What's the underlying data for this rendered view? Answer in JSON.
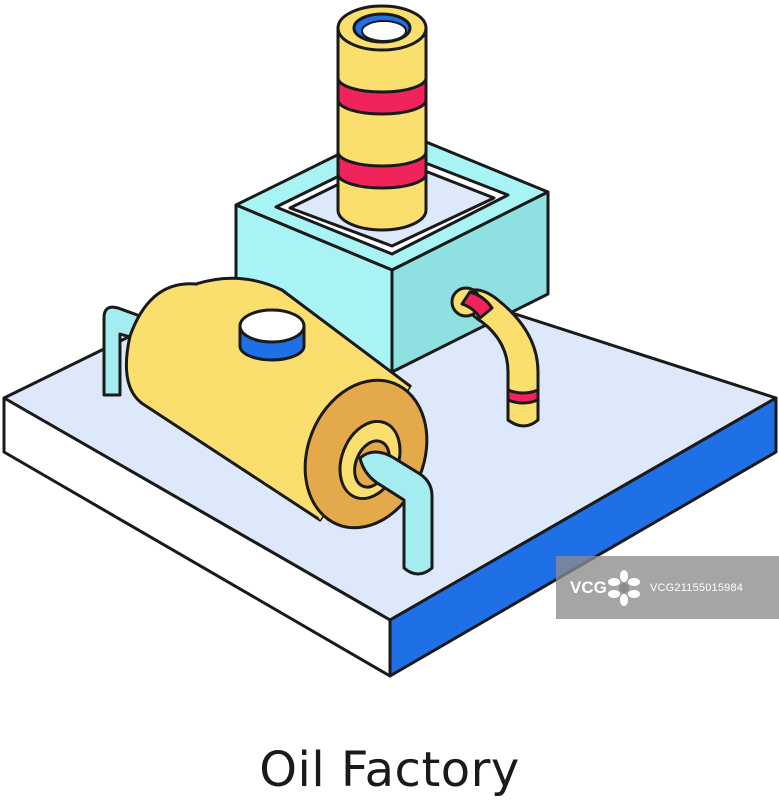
{
  "caption": "Oil Factory",
  "watermark": {
    "logo_text": "VCG",
    "id_text": "VCG21155015984"
  },
  "colors": {
    "outline": "#1a1a1a",
    "base_top": "#dde9fb",
    "base_left": "#ffffff",
    "base_right": "#1f6fe6",
    "box_light": "#a8f3f4",
    "box_dark": "#8fe0e0",
    "tank_yellow": "#fadf6e",
    "tank_end": "#e4a94a",
    "stripe_red": "#f0245a",
    "cap_blue": "#1f6fe6",
    "pipe_cyan": "#a3ecef"
  }
}
